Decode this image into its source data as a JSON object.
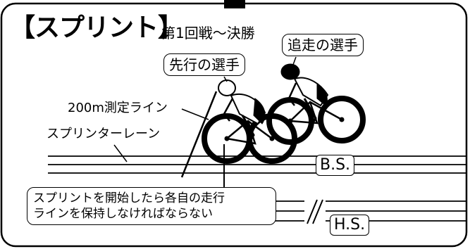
{
  "title": {
    "main": "【スプリント】",
    "sub": "第1回戦〜決勝"
  },
  "callouts": {
    "leader": "先行の選手",
    "follower": "追走の選手"
  },
  "labels": {
    "measure_line": "200m測定ライン",
    "sprinter_lane": "スプリンターレーン"
  },
  "tags": {
    "back_straight": "B.S.",
    "home_straight": "H.S."
  },
  "note": {
    "line1": "スプリントを開始したら各自の走行",
    "line2": "ラインを保持しなければならない"
  }
}
